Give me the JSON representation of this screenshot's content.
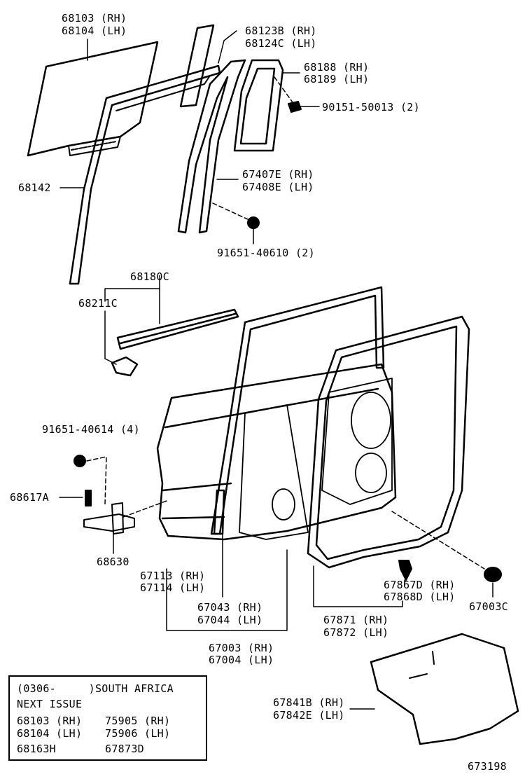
{
  "labels": {
    "l68103": "68103 (RH)",
    "l68104": "68104 (LH)",
    "l68123b": "68123B (RH)",
    "l68124c": "68124C (LH)",
    "l68188": "68188 (RH)",
    "l68189": "68189 (LH)",
    "l90151": "90151-50013 (2)",
    "l68142": "68142",
    "l67407e": "67407E (RH)",
    "l67408e": "67408E (LH)",
    "l91651a": "91651-40610 (2)",
    "l68180c": "68180C",
    "l68211c": "68211C",
    "l91651b": "91651-40614 (4)",
    "l68617a": "68617A",
    "l68630": "68630",
    "l67113": "67113 (RH)",
    "l67114": "67114 (LH)",
    "l67043": "67043 (RH)",
    "l67044": "67044 (LH)",
    "l67003": "67003 (RH)",
    "l67004": "67004 (LH)",
    "l67867d": "67867D (RH)",
    "l67868d": "67868D (LH)",
    "l67003c": "67003C",
    "l67871": "67871 (RH)",
    "l67872": "67872 (LH)",
    "l67841b": "67841B (RH)",
    "l67842e": "67842E (LH)",
    "fig": "673198"
  },
  "notebox": {
    "line1": "(0306-     )SOUTH AFRICA",
    "line2": "NEXT ISSUE",
    "a1": "68103 (RH)",
    "a2": "68104 (LH)",
    "a3": "68163H",
    "b1": "75905 (RH)",
    "b2": "75906 (LH)",
    "b3": "67873D"
  }
}
